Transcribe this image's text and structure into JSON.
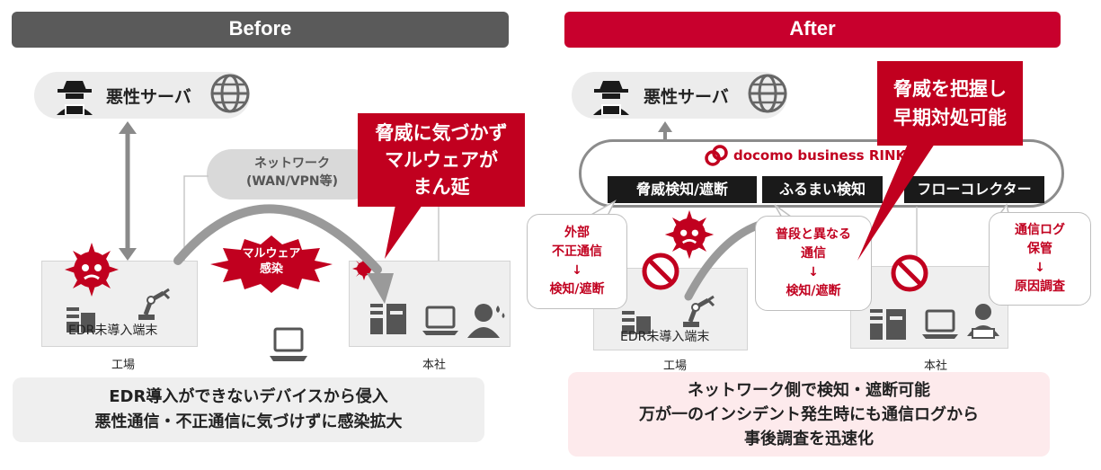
{
  "colors": {
    "before_header": "#5a5a5a",
    "after_header": "#c8002d",
    "accent_red": "#c1001f"
  },
  "before": {
    "header": "Before",
    "server_label": "悪性サーバ",
    "network_label_1": "ネットワーク",
    "network_label_2": "(WAN/VPN等)",
    "callout_lines": [
      "脅威に気づかず",
      "マルウェアが",
      "まん延"
    ],
    "malware_badge_lines": [
      "マルウェア",
      "感染"
    ],
    "factory_device_label": "EDR未導入端末",
    "factory_label": "工場",
    "hq_label": "本社",
    "summary_lines": [
      "EDR導入ができないデバイスから侵入",
      "悪性通信・不正通信に気づけずに感染拡大"
    ]
  },
  "after": {
    "header": "After",
    "server_label": "悪性サーバ",
    "brand": "docomo business RINK",
    "brand_mark": "®",
    "tags": [
      "脅威検知/遮断",
      "ふるまい検知",
      "フローコレクター"
    ],
    "callout_lines": [
      "脅威を把握し",
      "早期対処可能"
    ],
    "note_left_lines": [
      "外部",
      "不正通信",
      "↓",
      "検知/遮断"
    ],
    "note_mid_lines": [
      "普段と異なる",
      "通信",
      "↓",
      "検知/遮断"
    ],
    "note_right_lines": [
      "通信ログ",
      "保管",
      "↓",
      "原因調査"
    ],
    "factory_device_label": "EDR未導入端末",
    "factory_label": "工場",
    "hq_label": "本社",
    "summary_lines": [
      "ネットワーク側で検知・遮断可能",
      "万が一のインシデント発生時にも通信ログから",
      "事後調査を迅速化"
    ]
  }
}
